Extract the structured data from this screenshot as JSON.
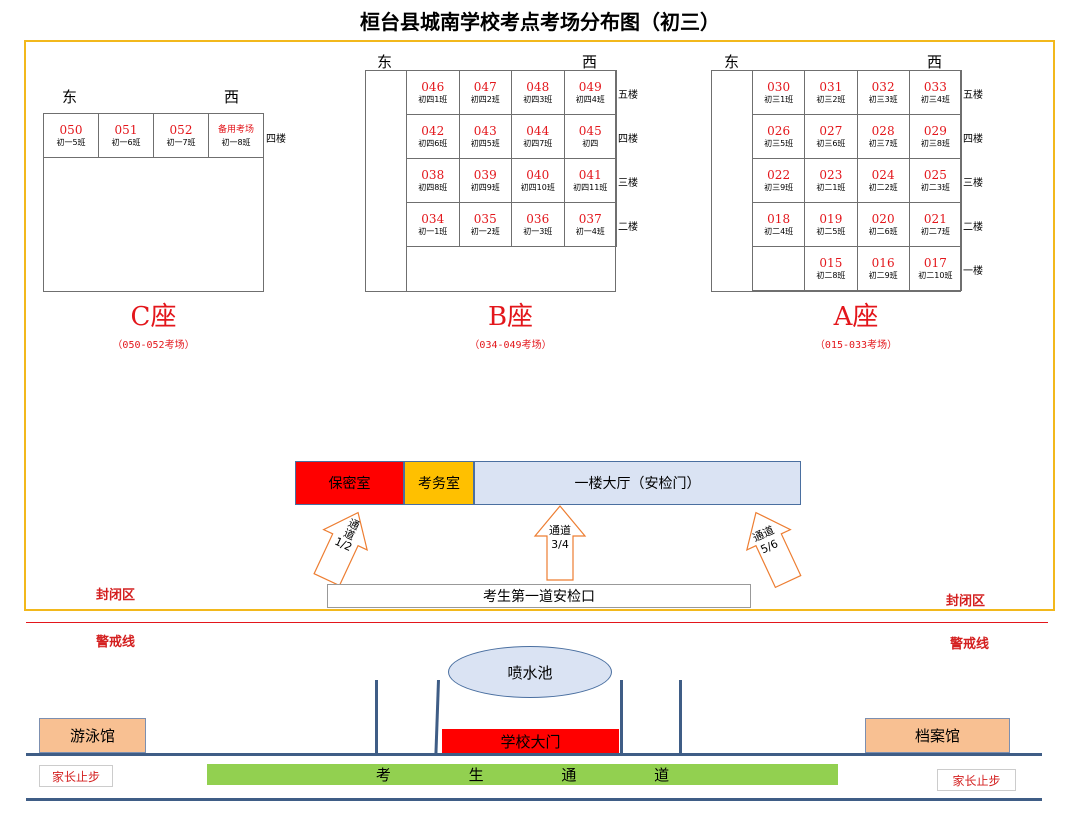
{
  "title": "桓台县城南学校考点考场分布图（初三）",
  "directions": {
    "east": "东",
    "west": "西"
  },
  "buildings": {
    "C": {
      "seat_label": "C座",
      "range_label": "（050-052考场）",
      "floors": [
        {
          "floor_label": "四楼",
          "rooms": [
            {
              "num": "050",
              "cls": "初一5班"
            },
            {
              "num": "051",
              "cls": "初一6班"
            },
            {
              "num": "052",
              "cls": "初一7班"
            },
            {
              "num": "备用考场",
              "cls": "初一8班"
            }
          ]
        }
      ]
    },
    "B": {
      "seat_label": "B座",
      "range_label": "（034-049考场）",
      "floors": [
        {
          "floor_label": "五楼",
          "rooms": [
            {
              "num": "046",
              "cls": "初四1班"
            },
            {
              "num": "047",
              "cls": "初四2班"
            },
            {
              "num": "048",
              "cls": "初四3班"
            },
            {
              "num": "049",
              "cls": "初四4班"
            }
          ]
        },
        {
          "floor_label": "四楼",
          "rooms": [
            {
              "num": "042",
              "cls": "初四6班"
            },
            {
              "num": "043",
              "cls": "初四5班"
            },
            {
              "num": "044",
              "cls": "初四7班"
            },
            {
              "num": "045",
              "cls": "初四"
            }
          ]
        },
        {
          "floor_label": "三楼",
          "rooms": [
            {
              "num": "038",
              "cls": "初四8班"
            },
            {
              "num": "039",
              "cls": "初四9班"
            },
            {
              "num": "040",
              "cls": "初四10班"
            },
            {
              "num": "041",
              "cls": "初四11班"
            }
          ]
        },
        {
          "floor_label": "二楼",
          "rooms": [
            {
              "num": "034",
              "cls": "初一1班"
            },
            {
              "num": "035",
              "cls": "初一2班"
            },
            {
              "num": "036",
              "cls": "初一3班"
            },
            {
              "num": "037",
              "cls": "初一4班"
            }
          ]
        }
      ]
    },
    "A": {
      "seat_label": "A座",
      "range_label": "（015-033考场）",
      "floors": [
        {
          "floor_label": "五楼",
          "rooms": [
            {
              "num": "030",
              "cls": "初三1班"
            },
            {
              "num": "031",
              "cls": "初三2班"
            },
            {
              "num": "032",
              "cls": "初三3班"
            },
            {
              "num": "033",
              "cls": "初三4班"
            }
          ]
        },
        {
          "floor_label": "四楼",
          "rooms": [
            {
              "num": "026",
              "cls": "初三5班"
            },
            {
              "num": "027",
              "cls": "初三6班"
            },
            {
              "num": "028",
              "cls": "初三7班"
            },
            {
              "num": "029",
              "cls": "初三8班"
            }
          ]
        },
        {
          "floor_label": "三楼",
          "rooms": [
            {
              "num": "022",
              "cls": "初三9班"
            },
            {
              "num": "023",
              "cls": "初二1班"
            },
            {
              "num": "024",
              "cls": "初二2班"
            },
            {
              "num": "025",
              "cls": "初二3班"
            }
          ]
        },
        {
          "floor_label": "二楼",
          "rooms": [
            {
              "num": "018",
              "cls": "初二4班"
            },
            {
              "num": "019",
              "cls": "初二5班"
            },
            {
              "num": "020",
              "cls": "初二6班"
            },
            {
              "num": "021",
              "cls": "初二7班"
            }
          ]
        },
        {
          "floor_label": "一楼",
          "rooms": [
            {
              "num": "",
              "cls": ""
            },
            {
              "num": "015",
              "cls": "初二8班"
            },
            {
              "num": "016",
              "cls": "初二9班"
            },
            {
              "num": "017",
              "cls": "初二10班"
            }
          ]
        }
      ]
    }
  },
  "hall": {
    "secret_room": "保密室",
    "affairs_room": "考务室",
    "lobby": "一楼大厅（安检门）",
    "colors": {
      "secret": "#ff0000",
      "affairs": "#ffc000",
      "lobby": "#dae3f3"
    }
  },
  "passages": [
    {
      "line1": "通道",
      "line2": "1/2"
    },
    {
      "line1": "通道",
      "line2": "3/4"
    },
    {
      "line1": "通道",
      "line2": "5/6"
    }
  ],
  "first_checkpoint": "考生第一道安检口",
  "closed_area": "封闭区",
  "warning_line": "警戒线",
  "fountain": "喷水池",
  "school_gate": "学校大门",
  "swimming_hall": "游泳馆",
  "archives_hall": "档案馆",
  "parents_stop": "家长止步",
  "student_passage": [
    "考",
    "生",
    "通",
    "道"
  ],
  "colors": {
    "border": "#f2b81c",
    "red_text": "#e3161b",
    "gate": "#ff0000",
    "passage_bar": "#92d050",
    "road": "#3f5d86",
    "arrow": "#ed7d31"
  }
}
